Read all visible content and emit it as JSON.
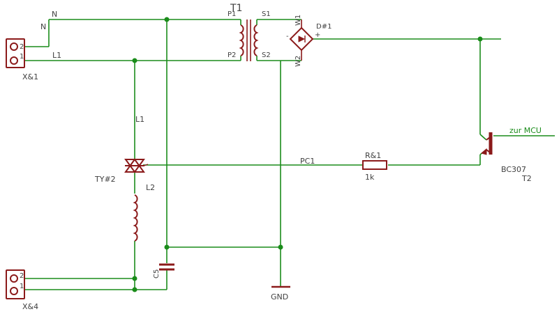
{
  "colors": {
    "wire": "#1a8c1a",
    "component": "#8b1a1a",
    "text": "#404040",
    "background": "#ffffff"
  },
  "labels": {
    "net_n": "N",
    "net_l1_top": "L1",
    "net_l1_vert": "L1",
    "net_l2": "L2",
    "net_pc1": "PC1",
    "zur_mcu": "zur MCU",
    "gnd": "GND",
    "t1": "T1",
    "p1": "P1",
    "p2": "P2",
    "s1": "S1",
    "s2": "S2",
    "w1": "W1",
    "w2": "W2",
    "diode_bridge": "D#1",
    "minus": "-",
    "plus": "+",
    "connector_top": "X&1",
    "connector_bottom": "X&4",
    "pin_2_top": "2",
    "pin_1_top": "1",
    "pin_2_bottom": "2",
    "pin_1_bottom": "1",
    "thyristor": "TY#2",
    "resistor": "R&1",
    "resistor_value": "1k",
    "capacitor": "C5",
    "transistor_type": "BC307",
    "transistor_name": "T2"
  }
}
